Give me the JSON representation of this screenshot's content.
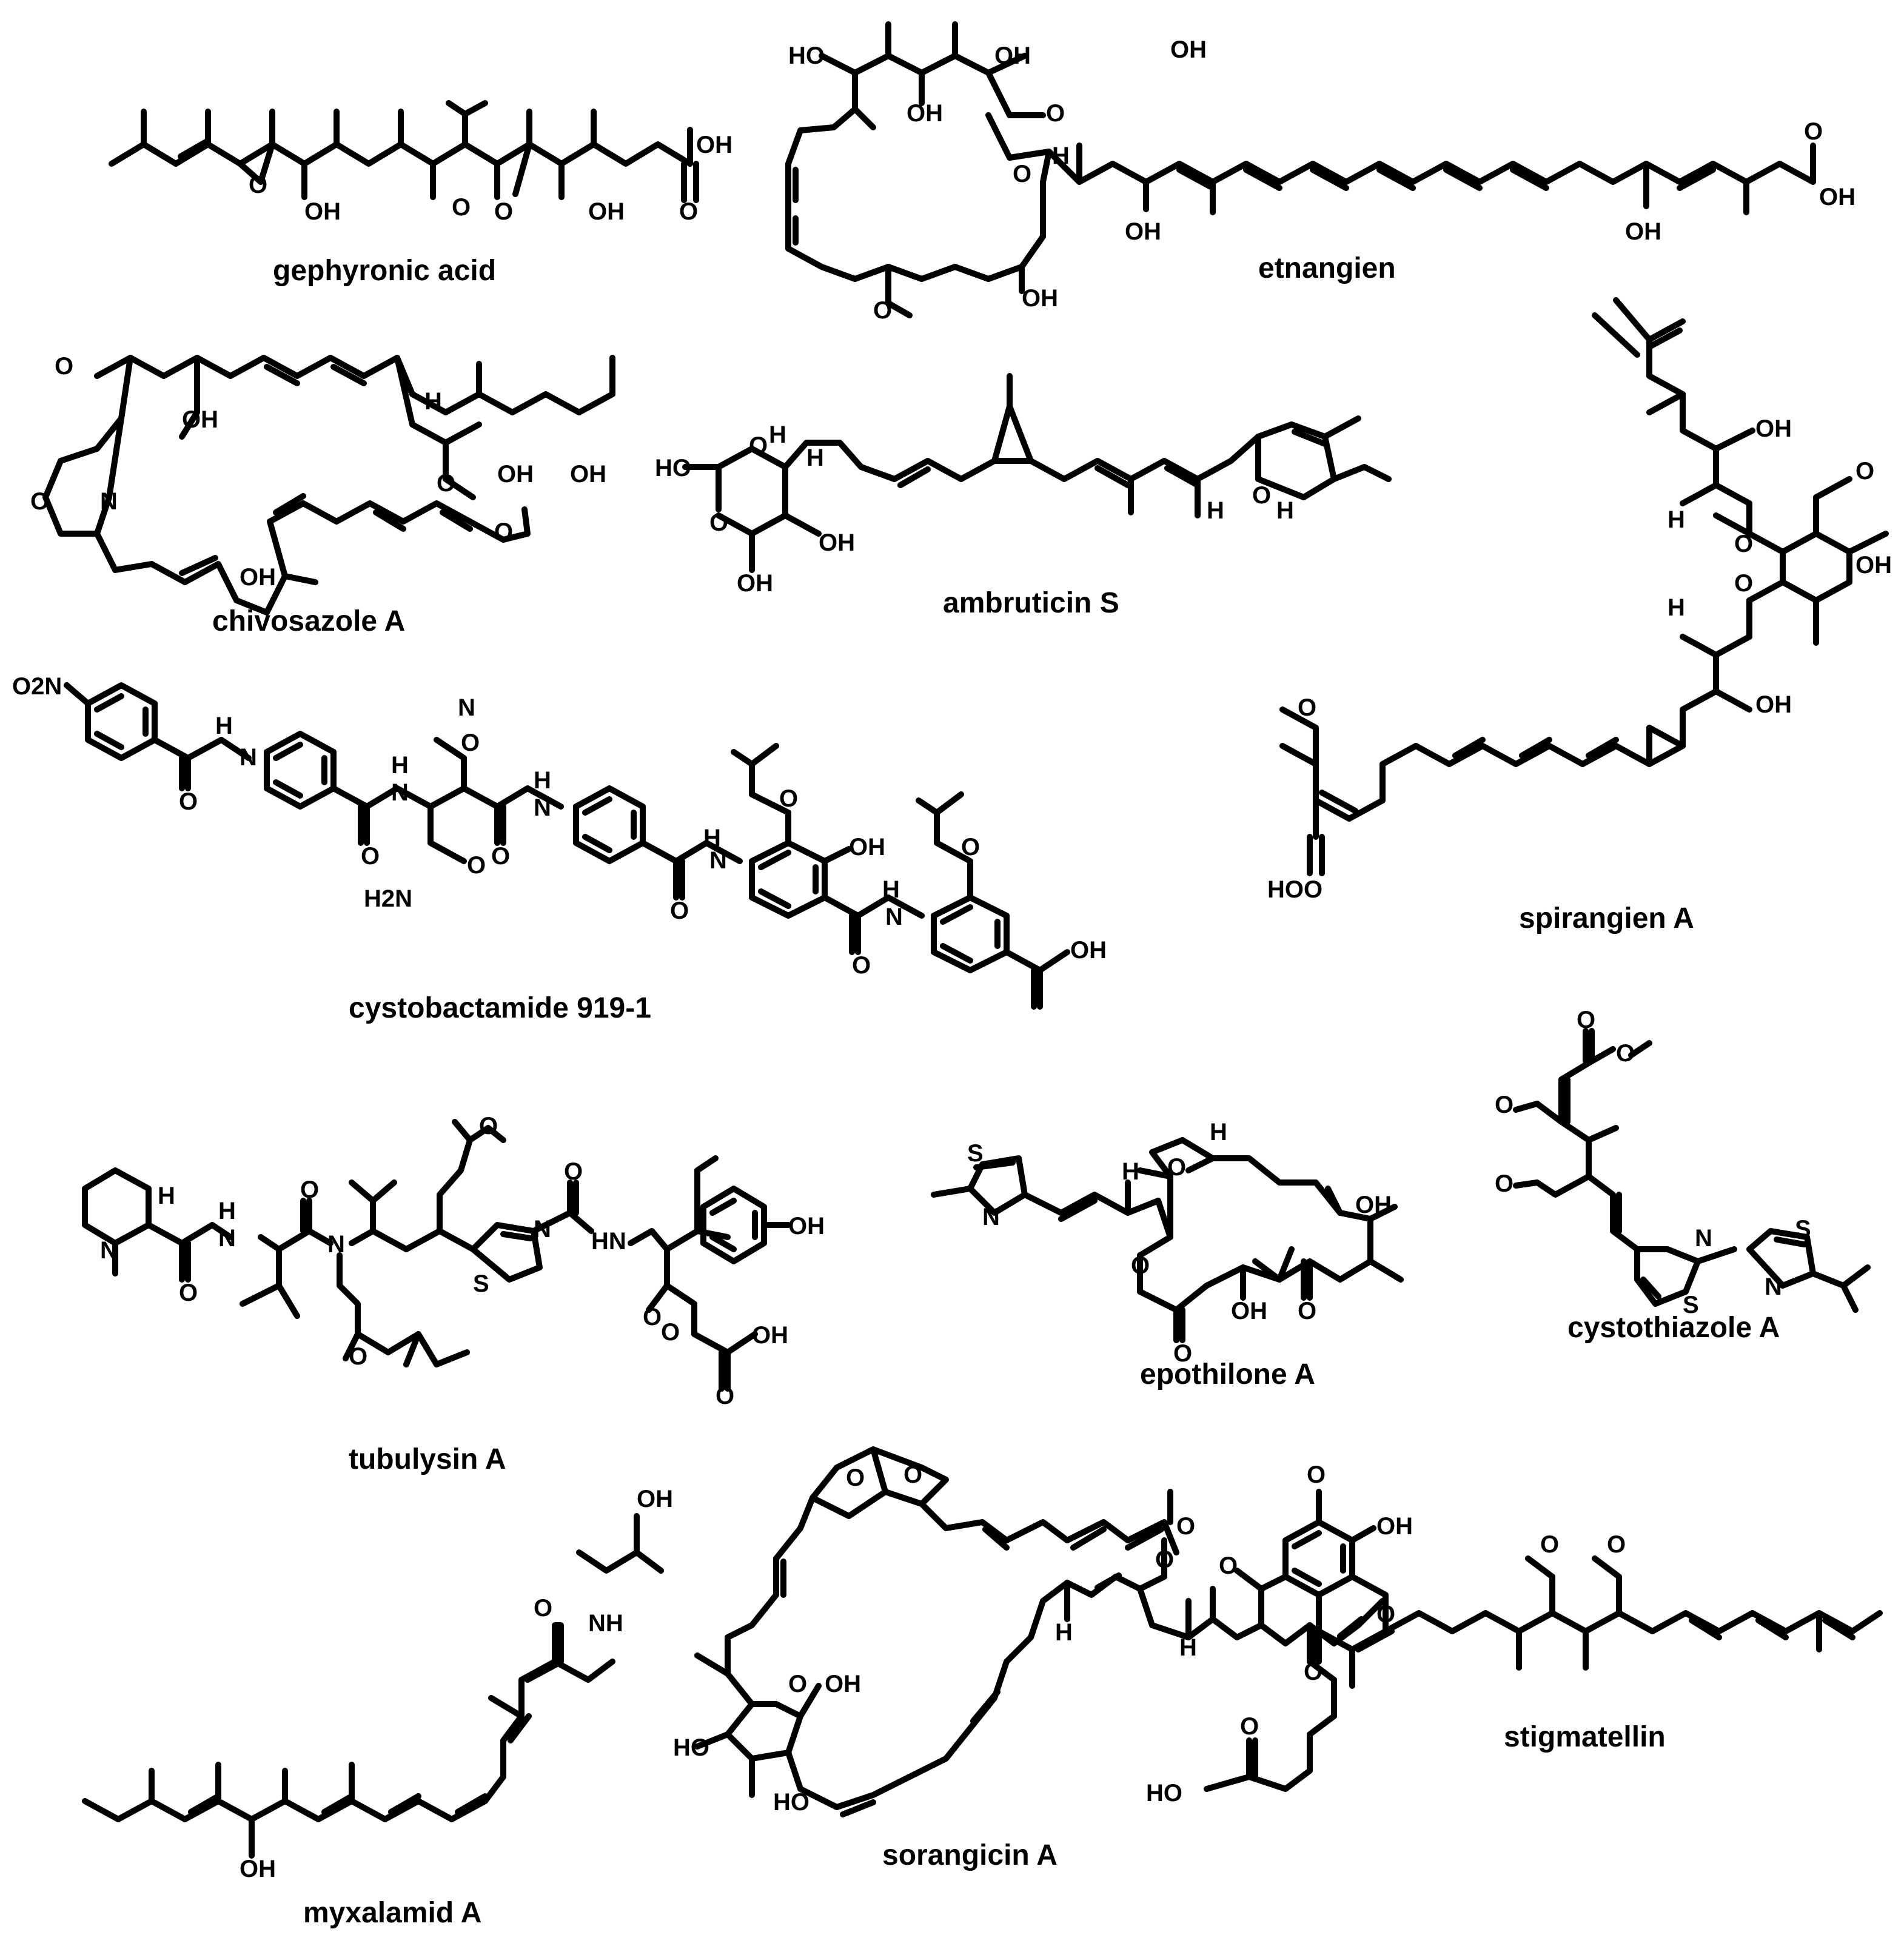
{
  "figure": {
    "compounds": [
      {
        "id": "gephyronic",
        "name": "gephyronic acid",
        "atoms": [
          "O",
          "OH",
          "O",
          "O",
          "OH",
          "OH",
          "O"
        ]
      },
      {
        "id": "etnangien",
        "name": "etnangien",
        "atoms": [
          "HO",
          "OH",
          "OH",
          "OH",
          "O",
          "O",
          "H",
          "O",
          "OH",
          "OH",
          "OH",
          "O",
          "OH"
        ]
      },
      {
        "id": "chivosazole",
        "name": "chivosazole A",
        "atoms": [
          "O",
          "OH",
          "O",
          "N",
          "H",
          "O",
          "OH",
          "OH",
          "OH",
          "O"
        ]
      },
      {
        "id": "ambruticin",
        "name": "ambruticin S",
        "atoms": [
          "HO",
          "O",
          "OH",
          "OH",
          "O",
          "O",
          "H",
          "H",
          "H",
          "H"
        ]
      },
      {
        "id": "spirangien",
        "name": "spirangien A",
        "atoms": [
          "OH",
          "O",
          "H",
          "O",
          "O",
          "OH",
          "H",
          "OH",
          "O",
          "O",
          "HO"
        ]
      },
      {
        "id": "cystobactamide",
        "name": "cystobactamide 919-1",
        "atoms": [
          "O2N",
          "H",
          "N",
          "O",
          "O",
          "N",
          "H",
          "N",
          "O",
          "H2N",
          "O",
          "O",
          "N",
          "H",
          "O",
          "OH",
          "H",
          "N",
          "O",
          "O",
          "N",
          "H",
          "O",
          "OH"
        ]
      },
      {
        "id": "tubulysin",
        "name": "tubulysin A",
        "atoms": [
          "H",
          "N",
          "N",
          "H",
          "O",
          "O",
          "N",
          "O",
          "O",
          "N",
          "S",
          "O",
          "HN",
          "OH",
          "O",
          "O",
          "O",
          "OH"
        ]
      },
      {
        "id": "epothilone",
        "name": "epothilone A",
        "atoms": [
          "S",
          "N",
          "O",
          "H",
          "H",
          "OH",
          "O",
          "O",
          "OH",
          "O"
        ]
      },
      {
        "id": "cystothiazole",
        "name": "cystothiazole A",
        "atoms": [
          "O",
          "O",
          "O",
          "O",
          "N",
          "S",
          "S",
          "N"
        ]
      },
      {
        "id": "myxalamid",
        "name": "myxalamid A",
        "atoms": [
          "OH",
          "O",
          "NH",
          "OH"
        ]
      },
      {
        "id": "sorangicin",
        "name": "sorangicin A",
        "atoms": [
          "O",
          "O",
          "O",
          "O",
          "O",
          "HO",
          "OH",
          "HO",
          "H",
          "H",
          "HO",
          "O"
        ]
      },
      {
        "id": "stigmatellin",
        "name": "stigmatellin",
        "atoms": [
          "O",
          "OH",
          "O",
          "O",
          "O",
          "O",
          "O"
        ]
      }
    ]
  }
}
